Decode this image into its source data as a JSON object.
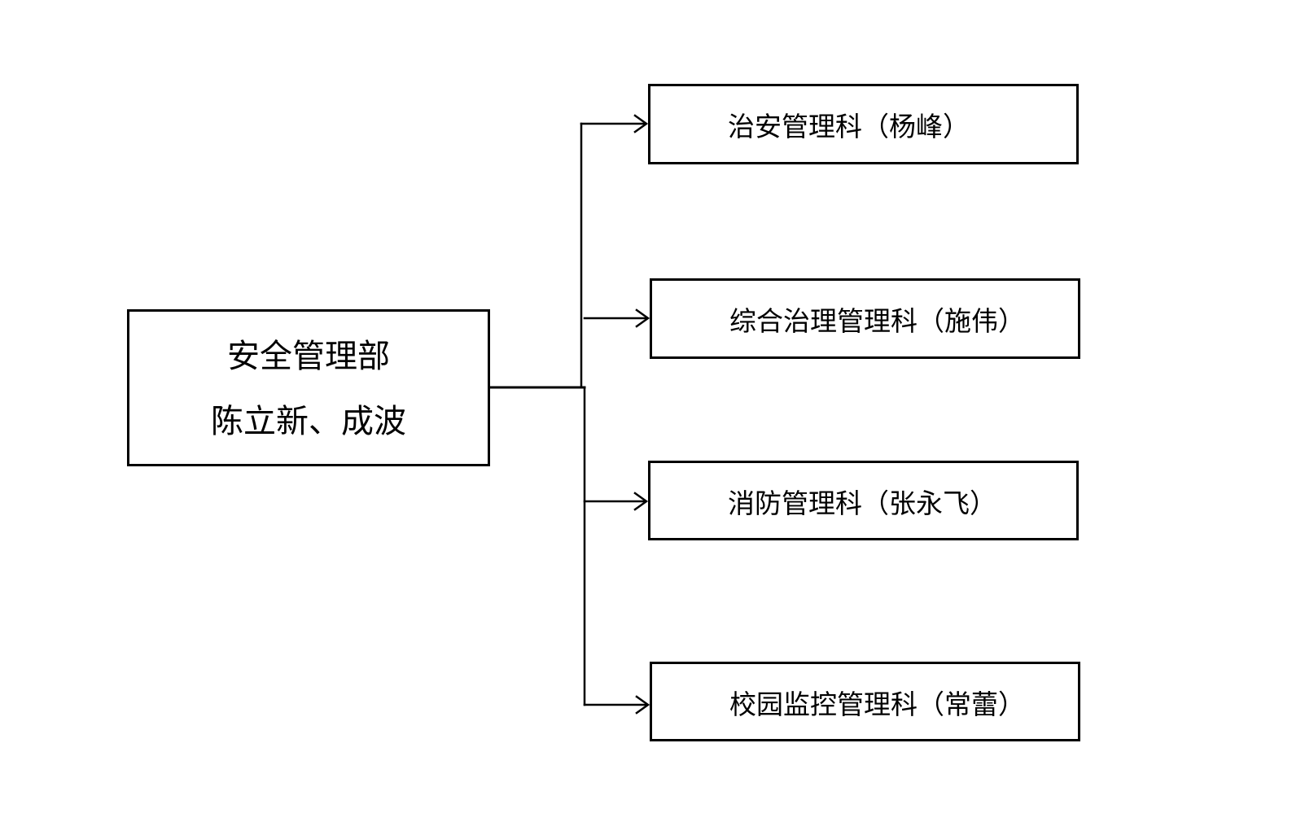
{
  "root": {
    "title": "安全管理部",
    "people": "陈立新、成波"
  },
  "children": [
    {
      "label": "治安管理科（杨峰）"
    },
    {
      "label": "综合治理管理科（施伟）"
    },
    {
      "label": "消防管理科（张永飞）"
    },
    {
      "label": "校园监控管理科（常蕾）"
    }
  ],
  "colors": {
    "line": "#000000",
    "background": "#ffffff"
  }
}
